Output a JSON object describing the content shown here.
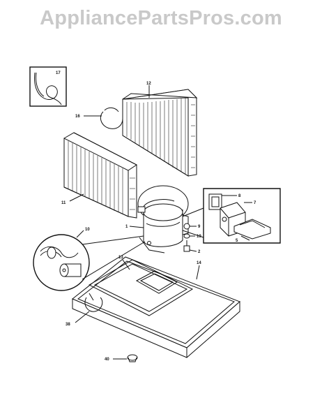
{
  "watermark": "AppliancePartsPros.com",
  "callouts": {
    "c1": "1",
    "c2": "2",
    "c5": "5",
    "c7": "7",
    "c8": "8",
    "c9": "9",
    "c10": "10",
    "c11": "11",
    "c12": "12",
    "c13": "13",
    "c14": "14",
    "c16": "16",
    "c17": "17",
    "c19": "19",
    "c38": "38",
    "c40": "40"
  }
}
